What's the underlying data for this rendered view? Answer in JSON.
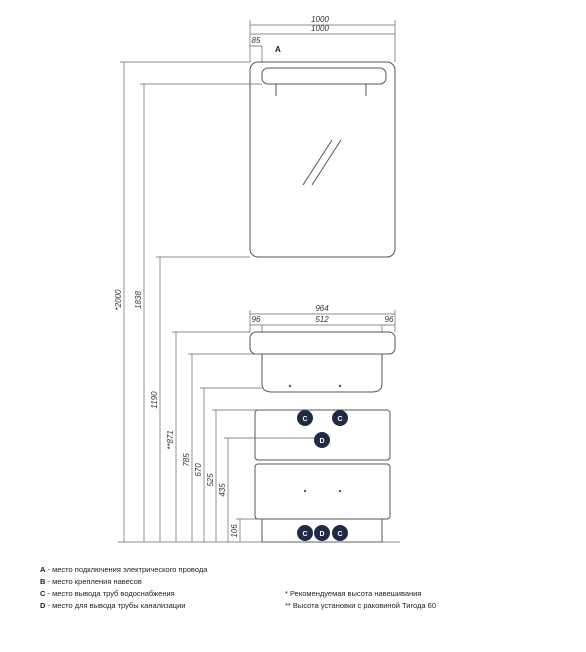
{
  "dimensions": {
    "mirror_outer_width": "1000",
    "mirror_inner_width": "1000",
    "mirror_offset": "85",
    "height_total": "*2000",
    "height_mirror_top": "1838",
    "height_mirror_bottom": "1190",
    "height_sink_top": "**871",
    "height_upper_drawer": "785",
    "height_pipe_a": "670",
    "height_pipe_b": "525",
    "height_pipe_c": "435",
    "height_base": "106",
    "sink_total_width": "964",
    "sink_left_offset": "96",
    "sink_mid_width": "512",
    "sink_right_offset": "96"
  },
  "markers": {
    "a": "A",
    "c": "C",
    "d": "D"
  },
  "legend": {
    "a_key": "A",
    "a_text": " - место подключения электрического провода",
    "b_key": "B",
    "b_text": " - место крепления навесов",
    "c_key": "C",
    "c_text": " - место вывода труб водоснабжения",
    "d_key": "D",
    "d_text": " - место для вывода трубы канализации",
    "note_height": "* Рекомендуемая высота навешивания",
    "note_sink": "** Высота установки с раковиной Тигода 60"
  },
  "colors": {
    "marker_fill": "#1f2a44",
    "line": "#555555"
  }
}
